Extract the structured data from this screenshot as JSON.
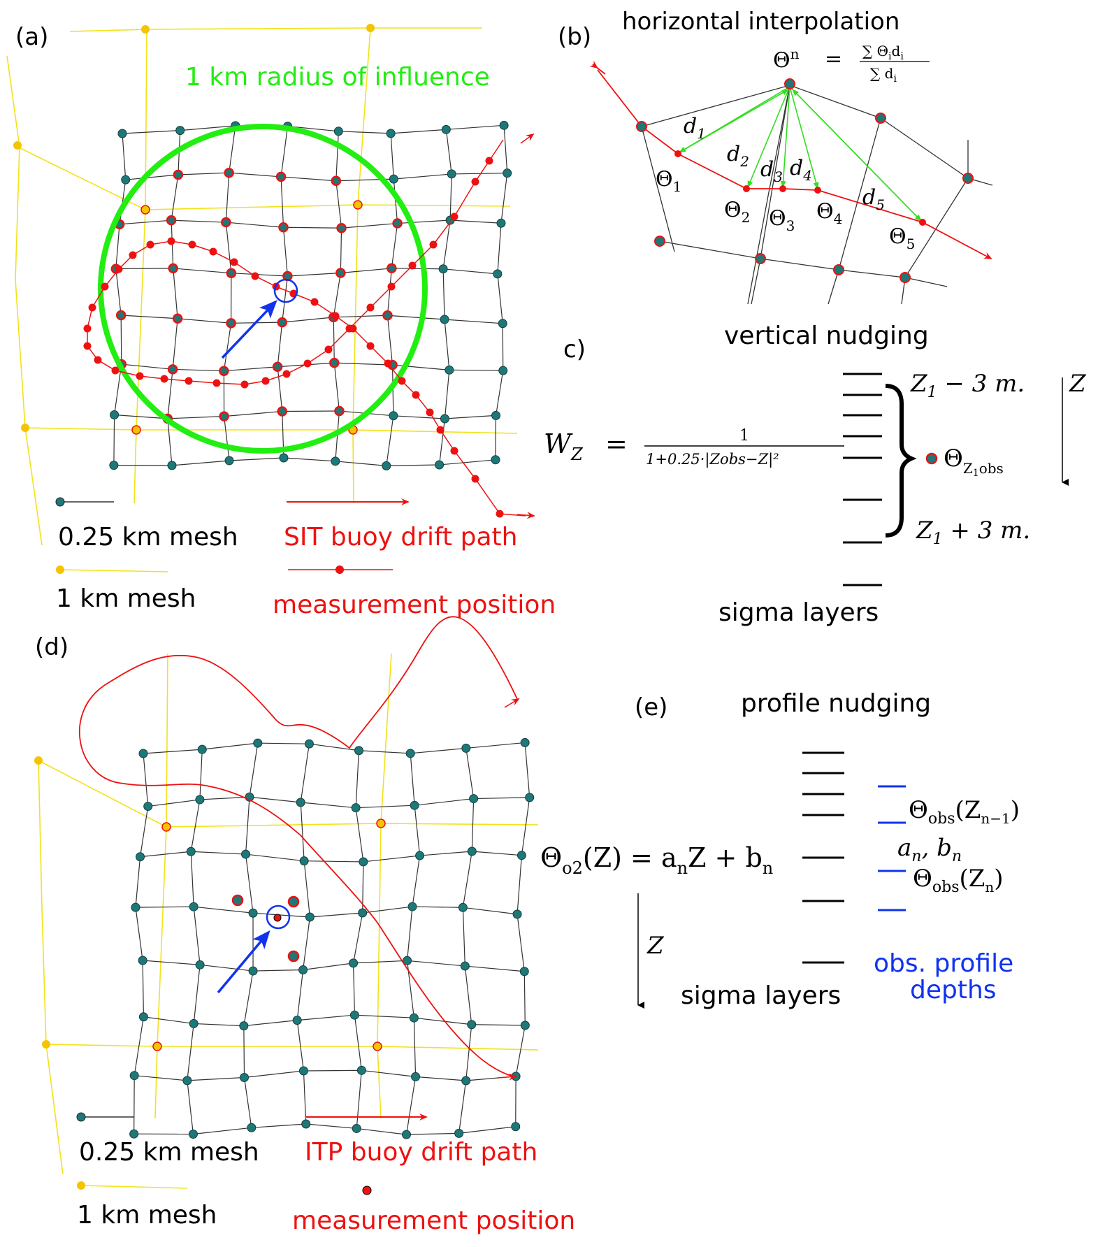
{
  "colors": {
    "mesh_node": "#1e7878",
    "mesh_line": "#333333",
    "coarse": "#f2e21a",
    "coarse_node": "#f5c400",
    "drift": "#ee1111",
    "influence": "#22ee11",
    "distance": "#33dd22",
    "pointer": "#1133ee",
    "obs_depth": "#1133ee"
  },
  "panel_a": {
    "label": "(a)",
    "influence_label": "1 km radius of influence",
    "legend": {
      "fine_mesh": "0.25 km mesh",
      "coarse_mesh": "1 km mesh",
      "drift_path": "SIT buoy drift path",
      "measurement": "measurement position"
    }
  },
  "panel_b": {
    "label": "(b)",
    "title": "horizontal interpolation",
    "formula": {
      "lhs_symbol": "Θ",
      "lhs_sup": "n",
      "eq": "=",
      "numerator": "∑ Θ",
      "numerator_sub1": "i",
      "numerator_d": "d",
      "numerator_sub2": "i",
      "denominator": "∑ d",
      "denominator_sub": "i"
    },
    "distances": [
      {
        "sym": "d",
        "sub": "1"
      },
      {
        "sym": "d",
        "sub": "2"
      },
      {
        "sym": "d",
        "sub": "3"
      },
      {
        "sym": "d",
        "sub": "4"
      },
      {
        "sym": "d",
        "sub": "5"
      }
    ],
    "thetas": [
      {
        "sym": "Θ",
        "sub": "1"
      },
      {
        "sym": "Θ",
        "sub": "2"
      },
      {
        "sym": "Θ",
        "sub": "3"
      },
      {
        "sym": "Θ",
        "sub": "4"
      },
      {
        "sym": "Θ",
        "sub": "5"
      }
    ]
  },
  "panel_c": {
    "label": "c)",
    "title": "vertical nudging",
    "weight": {
      "lhs_sym": "W",
      "lhs_sub": "Z",
      "eq": "=",
      "numerator": "1",
      "denominator": "1+0.25·|Zobs−Z|²"
    },
    "upper": {
      "sym": "Z",
      "sub": "1",
      "rest": " − 3 m."
    },
    "lower": {
      "sym": "Z",
      "sub": "1",
      "rest": " + 3 m."
    },
    "obs": {
      "sym": "Θ",
      "sub": "Z",
      "subsub": "1",
      "subrest": "obs"
    },
    "axis": "Z",
    "layers_label": "sigma layers"
  },
  "panel_d": {
    "label": "(d)",
    "legend": {
      "fine_mesh": "0.25 km mesh",
      "coarse_mesh": "1 km mesh",
      "drift_path": "ITP buoy drift path",
      "measurement": "measurement position"
    }
  },
  "panel_e": {
    "label": "(e)",
    "title": "profile nudging",
    "equation": {
      "lhs": "Θ",
      "lhs_sub": "o2",
      "lhs_arg": "(Z) = ",
      "a": "a",
      "a_sub": "n",
      "mid": "Z + ",
      "b": "b",
      "b_sub": "n"
    },
    "coef": {
      "a": "a",
      "a_sub": "n",
      "sep": ", ",
      "b": "b",
      "b_sub": "n"
    },
    "theta_upper": {
      "sym": "Θ",
      "sub": "obs",
      "arg": "(Z",
      "arg_sub": "n−1",
      "close": ")"
    },
    "theta_lower": {
      "sym": "Θ",
      "sub": "obs",
      "arg": "(Z",
      "arg_sub": "n",
      "close": ")"
    },
    "axis": "Z",
    "layers_label": "sigma layers",
    "obs_label_line1": "obs. profile",
    "obs_label_line2": "depths"
  }
}
